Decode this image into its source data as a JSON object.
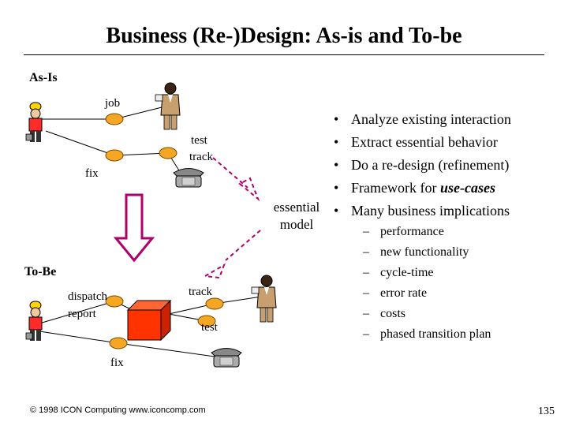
{
  "title": "Business (Re-)Design: As-is and To-be",
  "as_is": {
    "heading": "As-Is",
    "labels": {
      "job": "job",
      "test": "test",
      "track": "track",
      "fix": "fix"
    }
  },
  "to_be": {
    "heading": "To-Be",
    "labels": {
      "dispatch": "dispatch",
      "report": "report",
      "track": "track",
      "test": "test",
      "fix": "fix"
    }
  },
  "essential_model": {
    "line1": "essential",
    "line2": "model"
  },
  "bullets": [
    {
      "marker": "•",
      "text": "Analyze existing interaction"
    },
    {
      "marker": "•",
      "text": "Extract essential behavior"
    },
    {
      "marker": "•",
      "text": "Do a re-design (refinement)"
    },
    {
      "marker": "•",
      "prefix": "Framework for ",
      "emphasis": "use-cases"
    },
    {
      "marker": "•",
      "text": "Many business implications"
    }
  ],
  "sub_bullets": [
    {
      "marker": "–",
      "text": "performance"
    },
    {
      "marker": "–",
      "text": "new functionality"
    },
    {
      "marker": "–",
      "text": "cycle-time"
    },
    {
      "marker": "–",
      "text": "error rate"
    },
    {
      "marker": "–",
      "text": "costs"
    },
    {
      "marker": "–",
      "text": "phased transition plan"
    }
  ],
  "footer": "© 1998 ICON Computing   www.iconcomp.com",
  "page_number": "135",
  "colors": {
    "event": "#f5a623",
    "event_stroke": "#7a4a00",
    "store": "#ff3300",
    "arrow": "#b0006e",
    "worker_shirt": "#ff2a2a",
    "helmet": "#ffd400",
    "suit": "#c8a070"
  },
  "icons": [
    "worker-icon",
    "businessman-icon",
    "telephone-icon",
    "event-icon",
    "store-icon",
    "big-down-arrow-icon",
    "dashed-arrow-icon"
  ]
}
